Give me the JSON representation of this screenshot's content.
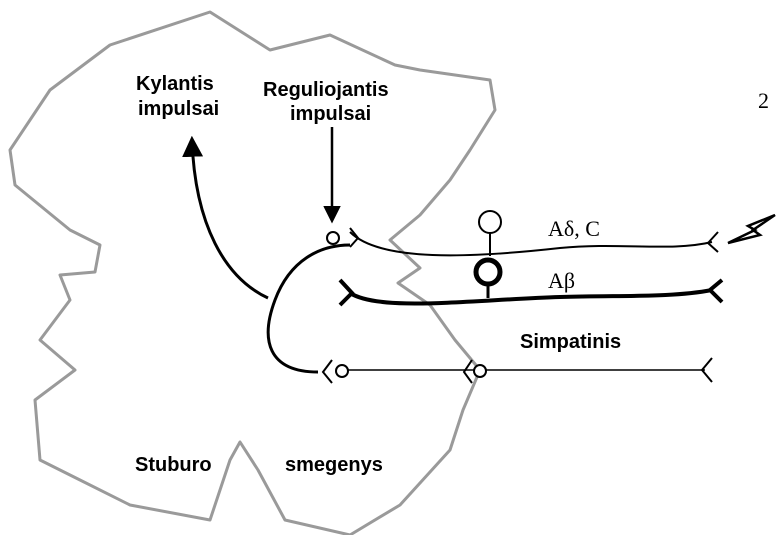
{
  "labels": {
    "ascending_line1": "Kylantis",
    "ascending_line2": "impulsai",
    "regulating_line1": "Reguliojantis",
    "regulating_line2": "impulsai",
    "fiber_a_delta_c": "Aδ, C",
    "fiber_a_beta": "Aβ",
    "sympathetic": "Simpatinis",
    "spinal_cord_word1": "Stuburo",
    "spinal_cord_word2": "smegenys",
    "corner_number": "2"
  },
  "colors": {
    "outline": "#9a9a9a",
    "stroke": "#000000"
  }
}
